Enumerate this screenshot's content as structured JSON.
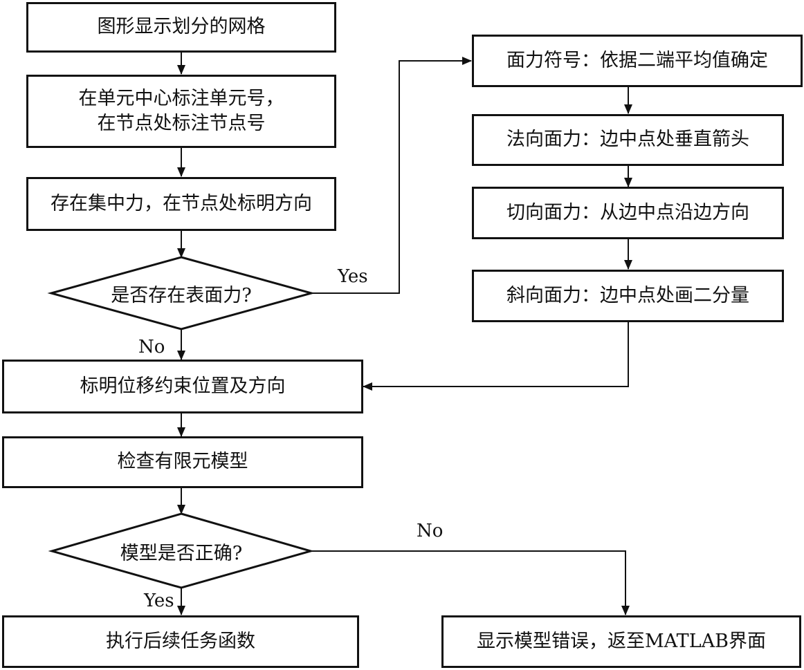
{
  "nodes": {
    "grid": "图形显示划分的网格",
    "label_units_line1": "在单元中心标注单元号，",
    "label_units_line2": "在节点处标注节点号",
    "concentrated_force": "存在集中力，在节点处标明方向",
    "surface_force_question": "是否存在表面力?",
    "surface_symbol": "面力符号：依据二端平均值确定",
    "normal_force": "法向面力：边中点处垂直箭头",
    "tangent_force": "切向面力：从边中点沿边方向",
    "oblique_force": "斜向面力：边中点处画二分量",
    "constraints": "标明位移约束位置及方向",
    "check_model": "检查有限元模型",
    "model_correct_question": "模型是否正确?",
    "continue_tasks": "执行后续任务函数",
    "show_error": "显示模型错误，返至MATLAB界面"
  },
  "edge_labels": {
    "surface_yes": "Yes",
    "surface_no": "No",
    "model_no": "No",
    "model_yes": "Yes"
  }
}
